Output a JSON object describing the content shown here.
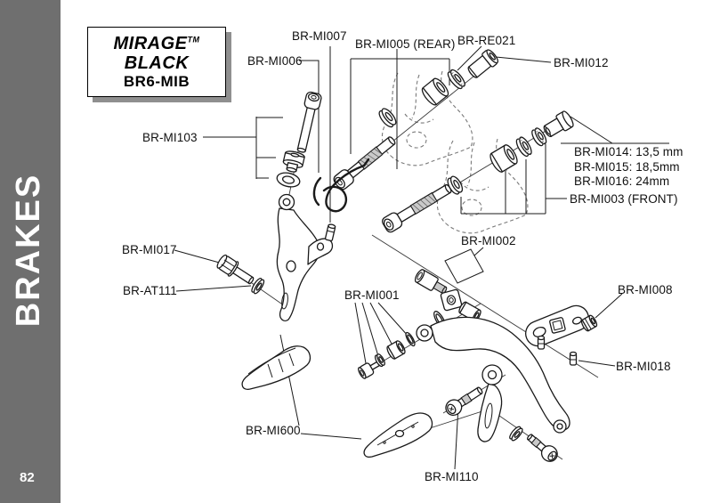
{
  "page": {
    "number": "82",
    "section": "BRAKES"
  },
  "title_box": {
    "line1": "MIRAGE",
    "tm": "TM",
    "line2": "BLACK",
    "line3": "BR6-MIB"
  },
  "labels": {
    "mi007": "BR-MI007",
    "mi005": "BR-MI005 (REAR)",
    "re021": "BR-RE021",
    "mi012": "BR-MI012",
    "mi006": "BR-MI006",
    "mi103": "BR-MI103",
    "mi014": "BR-MI014: 13,5 mm",
    "mi015": "BR-MI015: 18,5mm",
    "mi016": "BR-MI016: 24mm",
    "mi003": "BR-MI003 (FRONT)",
    "mi017": "BR-MI017",
    "at111": "BR-AT111",
    "mi002": "BR-MI002",
    "mi001": "BR-MI001",
    "mi008": "BR-MI008",
    "mi018": "BR-MI018",
    "mi600": "BR-MI600",
    "mi110": "BR-MI110"
  },
  "colors": {
    "sidebar": "#6f6f6f",
    "line_art": "#1a1a1a",
    "box_shadow": "#8f8f8f",
    "metal_shade": "#c9c9c9"
  }
}
